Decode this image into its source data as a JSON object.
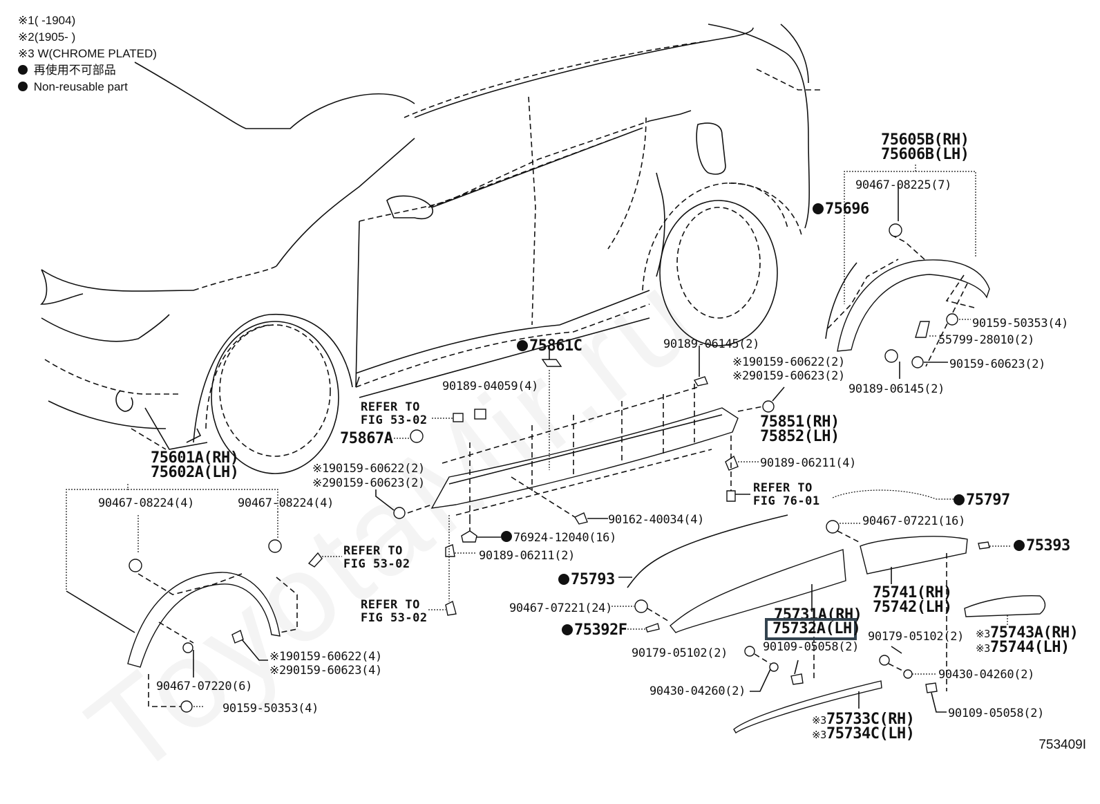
{
  "legend": {
    "notes": [
      {
        "mark": "※1",
        "text": "(       -1904)"
      },
      {
        "mark": "※2",
        "text": "(1905-       )"
      },
      {
        "mark": "※3",
        "text": "W(CHROME PLATED)"
      }
    ],
    "non_reusable_jp": "再使用不可部品",
    "non_reusable_en": "Non-reusable part"
  },
  "watermark": "ToyotaMir.ru",
  "figure_number": "753409I",
  "highlighted_part": "75732A(LH)",
  "colors": {
    "line": "#111111",
    "highlight_box": "#33434f",
    "background": "#ffffff"
  },
  "groups": {
    "rear_arch": {
      "title_rh": "75605B(RH)",
      "title_lh": "75606B(LH)",
      "parts": {
        "clip_top": "90467-08225(7)",
        "screw_a": "90159-50353(4)",
        "screw_b": "55799-28010(2)",
        "screw_c": "90159-60623(2)",
        "clip_bottom": "90189-06145(2)",
        "seal": "75696"
      }
    },
    "front_arch": {
      "title_rh": "75601A(RH)",
      "title_lh": "75602A(LH)",
      "parts": {
        "clip_left": "90467-08224(4)",
        "clip_right": "90467-08224(4)",
        "ref_label_1": "REFER TO",
        "ref_label_2": "FIG 53-02",
        "screw_1": "90159-60622(4)",
        "screw_2": "90159-60623(4)",
        "screw_1_mark": "※1",
        "screw_2_mark": "※2",
        "clip_bottom": "90467-07220(6)",
        "screw_bottom": "90159-50353(4)"
      }
    },
    "rocker": {
      "title_rh": "75851(RH)",
      "title_lh": "75852(LH)",
      "parts": {
        "pad": "75861C",
        "clip_top_left": "90189-04059(4)",
        "ref_top_1": "REFER TO",
        "ref_top_2": "FIG 53-02",
        "cap": "75867A",
        "screw_left_1": "90159-60622(2)",
        "screw_left_2": "90159-60623(2)",
        "clip_top_right": "90189-06145(2)",
        "screw_right_1": "90159-60622(2)",
        "screw_right_2": "90159-60623(2)",
        "clip_right": "90189-06211(4)",
        "ref_right_1": "REFER TO",
        "ref_right_2": "FIG 76-01",
        "screw_mid": "90162-40034(4)",
        "clip_bottom": "76924-12040(16)",
        "clip_bottom_2": "90189-06211(2)",
        "ref_bottom_1": "REFER TO",
        "ref_bottom_2": "FIG 53-02"
      }
    },
    "door_moulding_front": {
      "title_rh": "75731A(RH)",
      "title_lh": "75732A(LH)",
      "parts": {
        "tape": "75793",
        "clip": "90467-07221(24)",
        "end_pad": "75392F",
        "nut": "90179-05102(2)",
        "washer": "90430-04260(2)",
        "bolt": "90109-05058(2)"
      }
    },
    "door_moulding_rear": {
      "title_rh": "75741(RH)",
      "title_lh": "75742(LH)",
      "parts": {
        "tape": "75797",
        "clip": "90467-07221(16)",
        "end_pad": "75393",
        "nut": "90179-05102(2)",
        "washer": "90430-04260(2)",
        "bolt": "90109-05058(2)"
      }
    },
    "chrome_rear": {
      "title_rh": "75743A(RH)",
      "title_lh": "75744(LH)",
      "mark": "※3"
    },
    "chrome_front": {
      "title_rh": "75733C(RH)",
      "title_lh": "75734C(LH)",
      "mark": "※3"
    }
  }
}
